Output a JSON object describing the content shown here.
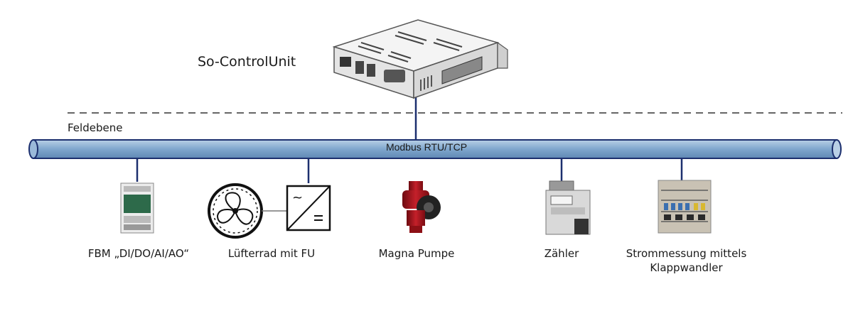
{
  "controller": {
    "name": "So-ControlUnit"
  },
  "field_level": {
    "label": "Feldebene"
  },
  "bus": {
    "label": "Modbus RTU/TCP"
  },
  "devices": [
    {
      "label": "FBM „DI/DO/AI/AO“"
    },
    {
      "label": "Lüfterrad mit FU"
    },
    {
      "label": "Magna Pumpe"
    },
    {
      "label": "Zähler"
    },
    {
      "label_line1": "Strommessung mittels",
      "label_line2": "Klappwandler"
    }
  ],
  "colors": {
    "bus_fill": "#7fa6cd",
    "bus_stroke": "#1c2f6e",
    "line": "#1c2f6e",
    "pump_red": "#a8141c"
  }
}
